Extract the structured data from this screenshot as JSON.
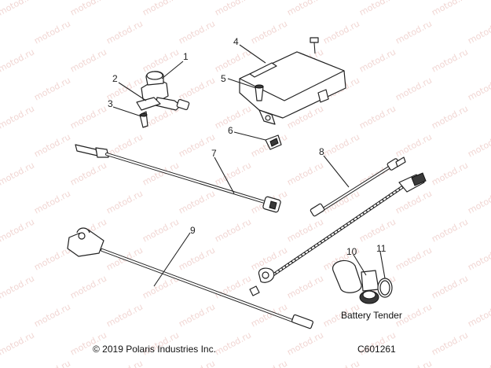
{
  "watermark": "motod.ru",
  "callouts": [
    "1",
    "2",
    "3",
    "4",
    "5",
    "6",
    "7",
    "8",
    "9",
    "10",
    "11"
  ],
  "battery_tender_label": "Battery Tender",
  "copyright": "© 2019 Polaris Industries Inc.",
  "figure_code": "C601261"
}
